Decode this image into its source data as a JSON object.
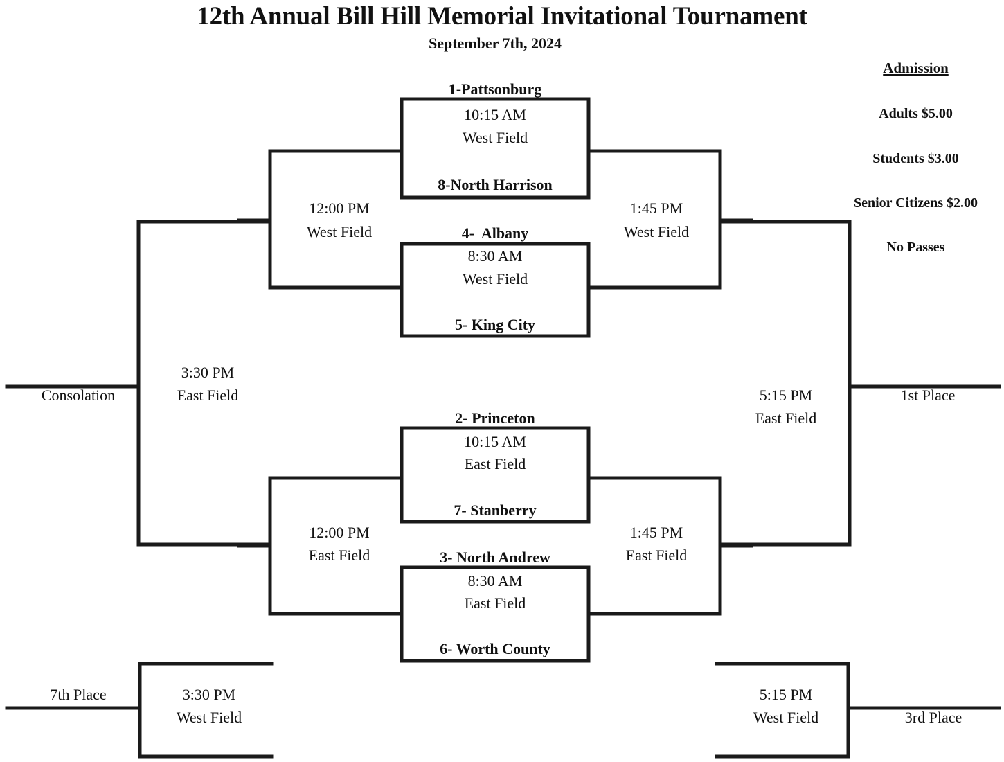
{
  "header": {
    "title": "12th Annual Bill Hill Memorial Invitational Tournament",
    "date": "September 7th, 2024"
  },
  "admission": {
    "heading": "Admission",
    "adults": "Adults $5.00",
    "students": "Students $3.00",
    "seniors": "Senior Citizens $2.00",
    "passes": "No Passes"
  },
  "games": [
    {
      "id": "game-1",
      "top_team": "1-Pattsonburg",
      "bottom_team": "8-North Harrison",
      "time": "10:15 AM",
      "field": "West Field"
    },
    {
      "id": "game-2",
      "top_team": "4-  Albany",
      "bottom_team": "5- King City",
      "time": "8:30 AM",
      "field": "West Field"
    },
    {
      "id": "game-3",
      "top_team": "2- Princeton",
      "bottom_team": "7- Stanberry",
      "time": "10:15 AM",
      "field": "East Field"
    },
    {
      "id": "game-4",
      "top_team": "3- North Andrew",
      "bottom_team": "6- Worth County",
      "time": "8:30 AM",
      "field": "East Field"
    }
  ],
  "rounds": {
    "upper_semifinal_loser": {
      "time": "12:00 PM",
      "field": "West Field"
    },
    "upper_semifinal_winner": {
      "time": "1:45 PM",
      "field": "West Field"
    },
    "lower_semifinal_loser": {
      "time": "12:00 PM",
      "field": "East Field"
    },
    "lower_semifinal_winner": {
      "time": "1:45 PM",
      "field": "East Field"
    },
    "consolation_final": {
      "time": "3:30 PM",
      "field": "East Field"
    },
    "championship": {
      "time": "5:15 PM",
      "field": "East Field"
    },
    "seventh_place_game": {
      "time": "3:30 PM",
      "field": "West Field"
    },
    "third_place_game": {
      "time": "5:15 PM",
      "field": "West Field"
    }
  },
  "outcomes": {
    "consolation": "Consolation",
    "first_place": "1st Place",
    "seventh_place": "7th Place",
    "third_place": "3rd Place"
  },
  "colors": {
    "line": "#1a1a1a",
    "text": "#111111",
    "background": "#ffffff"
  }
}
